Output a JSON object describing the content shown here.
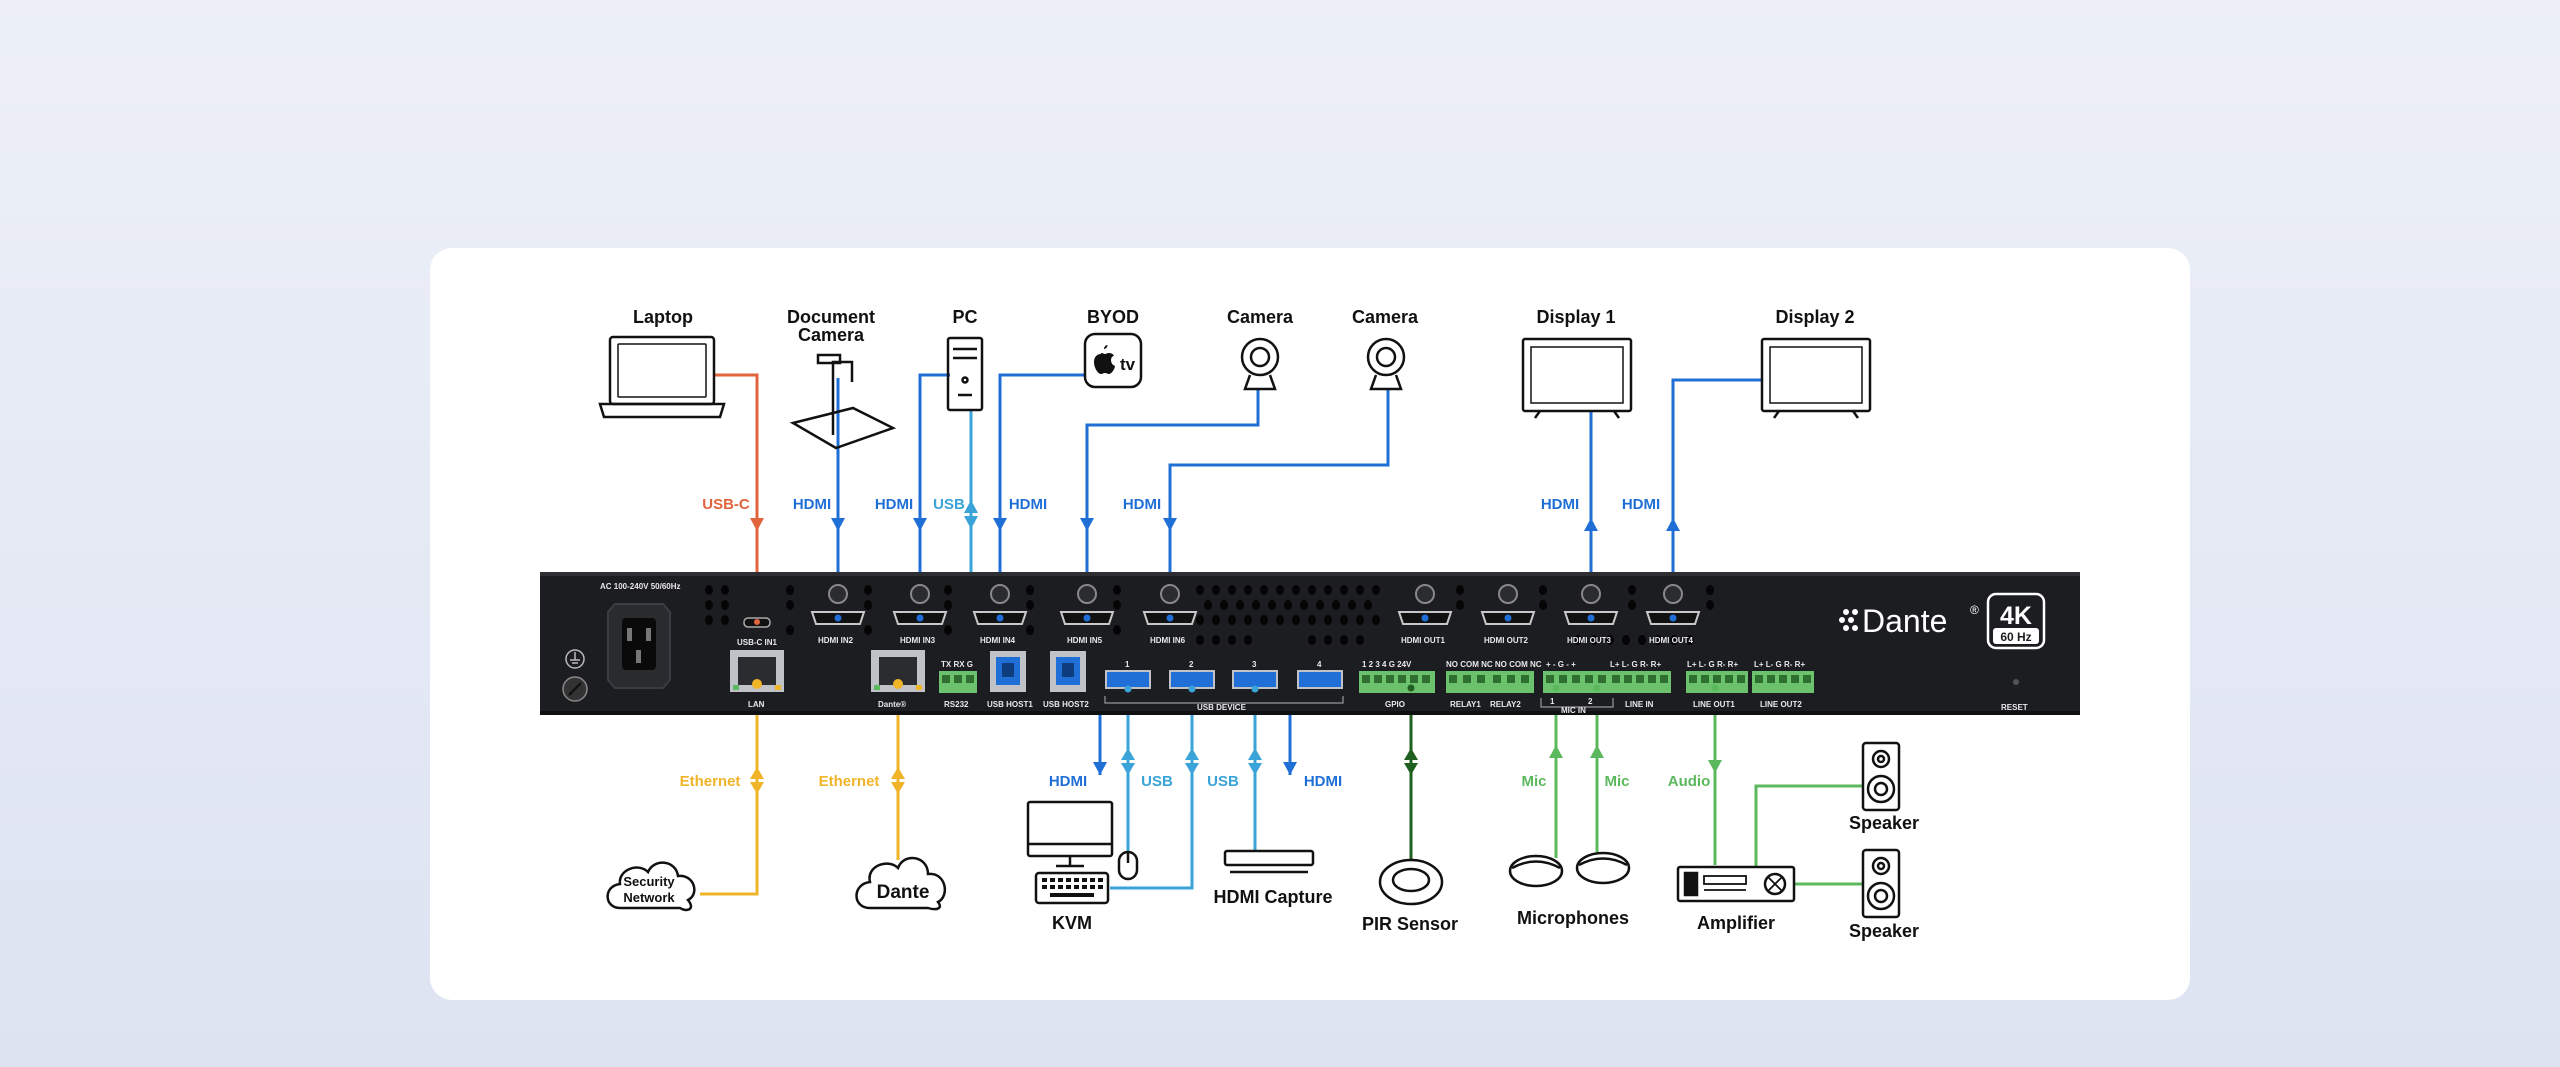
{
  "colors": {
    "hdmi": "#1f6fd6",
    "usb": "#3aa3d8",
    "usbc": "#e0643c",
    "ethernet": "#f0b429",
    "audio": "#5cb85c",
    "gpio": "#1f5f1f",
    "chassis": "#1c1d20",
    "terminal": "#6cc16c"
  },
  "devices": {
    "laptop": "Laptop",
    "doc_camera": [
      "Document",
      "Camera"
    ],
    "pc": "PC",
    "byod": "BYOD",
    "camera1": "Camera",
    "camera2": "Camera",
    "display1": "Display 1",
    "display2": "Display 2",
    "security_network": [
      "Security",
      "Network"
    ],
    "dante": "Dante",
    "kvm": "KVM",
    "hdmi_capture": "HDMI Capture",
    "pir_sensor": "PIR Sensor",
    "microphones": "Microphones",
    "amplifier": "Amplifier",
    "speaker1": "Speaker",
    "speaker2": "Speaker",
    "appletv_text": "tv"
  },
  "connections": {
    "usbc": "USB-C",
    "hdmi_in2": "HDMI",
    "hdmi_in3": "HDMI",
    "pc_usb": "USB",
    "hdmi_in4": "HDMI",
    "hdmi_in5": "HDMI",
    "hdmi_out3": "HDMI",
    "hdmi_out4": "HDMI",
    "ethernet_lan": "Ethernet",
    "ethernet_dante": "Ethernet",
    "kvm_hdmi": "HDMI",
    "kvm_usb1": "USB",
    "kvm_usb2": "USB",
    "capture_hdmi": "HDMI",
    "mic1": "Mic",
    "mic2": "Mic",
    "audio": "Audio"
  },
  "panel": {
    "power": "AC 100-240V 50/60Hz",
    "usbc_in1": "USB-C IN1",
    "lan": "LAN",
    "dante_port": "Dante®",
    "hdmi_in2": "HDMI IN2",
    "hdmi_in3": "HDMI IN3",
    "hdmi_in4": "HDMI IN4",
    "hdmi_in5": "HDMI IN5",
    "hdmi_in6": "HDMI IN6",
    "rs232_pins": "TX RX G",
    "rs232": "RS232",
    "usb_host1": "USB HOST1",
    "usb_host2": "USB HOST2",
    "usb_device": "USB DEVICE",
    "usb_nums": [
      "1",
      "2",
      "3",
      "4"
    ],
    "gpio_pins": "1 2 3 4 G 24V",
    "gpio": "GPIO",
    "relay_pins": "NO COM NC NO COM NC",
    "relay1": "RELAY1",
    "relay2": "RELAY2",
    "hdmi_out1": "HDMI OUT1",
    "hdmi_out2": "HDMI OUT2",
    "hdmi_out3": "HDMI OUT3",
    "hdmi_out4": "HDMI OUT4",
    "mic_pins": "+ - G - +",
    "mic_in": "MIC IN",
    "mic_nums": [
      "1",
      "2"
    ],
    "line_pins": "L+ L- G R- R+",
    "line_in": "LINE IN",
    "line_out1": "LINE OUT1",
    "line_out2": "LINE OUT2",
    "reset": "RESET",
    "brand": "Dante",
    "brand_mark": "®",
    "badge_4k": "4K",
    "badge_hz": "60 Hz"
  }
}
